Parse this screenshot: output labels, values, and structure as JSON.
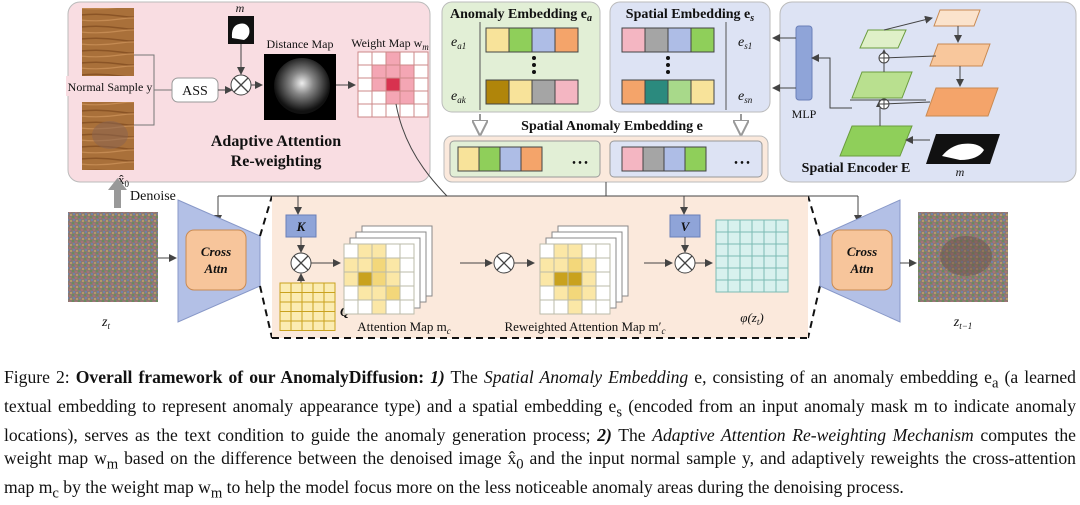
{
  "labels": {
    "m_top": "m",
    "distance_map": "Distance Map",
    "weight_map": "Weight Map w",
    "weight_map_sub": "m",
    "normal_sample": "Normal Sample y",
    "ass": "ASS",
    "x0": "x̂",
    "x0_sub": "0",
    "denoise": "Denoise",
    "aar_line1": "Adaptive Attention",
    "aar_line2": "Re-weighting",
    "anomaly_embedding": "Anomaly Embedding e",
    "anomaly_embedding_sub": "a",
    "ea1": "e",
    "ea1_sub": "a1",
    "eak": "e",
    "eak_sub": "ak",
    "spatial_embedding": "Spatial Embedding e",
    "spatial_embedding_sub": "s",
    "es1": "e",
    "es1_sub": "s1",
    "esn": "e",
    "esn_sub": "sn",
    "spatial_anomaly_embedding": "Spatial Anomaly Embedding e",
    "dots": "• • •",
    "mlp": "MLP",
    "spatial_encoder": "Spatial Encoder E",
    "m_bottom": "m",
    "k": "K",
    "q": "Q",
    "v": "V",
    "cross_attn_l1": "Cross",
    "cross_attn_l2": "Attn",
    "attention_map": "Attention Map m",
    "attention_map_sub": "c",
    "reweighted": "Reweighted  Attention Map m′",
    "reweighted_sub": "c",
    "phi": "φ(z",
    "phi_sub": "t",
    "phi_close": ")",
    "zt": "z",
    "zt_sub": "t",
    "zt1": "z",
    "zt1_sub": "t−1"
  },
  "caption": {
    "figure_label": "Figure 2: ",
    "bold_title": "Overall framework of our AnomalyDiffusion:",
    "num1": " 1)",
    "t1": " The ",
    "i1": "Spatial Anomaly Embedding",
    "t2": " e, consisting of an anomaly embedding e",
    "t2_sub": "a",
    "t3": " (a learned textual embedding to represent anomaly appearance type) and a spatial embedding e",
    "t3_sub": "s",
    "t4": " (encoded from an input anomaly mask m to indicate anomaly locations), serves as the text condition to guide the anomaly generation process;",
    "num2": " 2)",
    "t5": " The ",
    "i2": "Adaptive Attention Re-weighting Mechanism",
    "t6": " computes the weight map w",
    "t6_sub": "m",
    "t7": " based on the difference between the denoised image x̂",
    "t7_sub": "0",
    "t8": " and the input normal sample y, and adaptively reweights the cross-attention map m",
    "t8_sub": "c",
    "t9": " by the weight map w",
    "t9_sub": "m",
    "t10": " to help the model focus more on the less noticeable anomaly areas during the denoising process."
  },
  "colors": {
    "pink_panel": "#f9dde2",
    "green_panel": "#e2efd6",
    "blue_panel": "#dde3f4",
    "peach_panel": "#fbe9dc",
    "cross_attn": "#f7c59b",
    "encoder": "#b3c0e6",
    "kv_box": "#8fa4d8",
    "bar_pink": "#f4b6c2",
    "bar_green": "#8fcf5a",
    "bar_blue": "#aebde6",
    "bar_orange": "#f4a46a",
    "bar_yellow": "#f8e39a",
    "bar_brown": "#b0850a",
    "bar_gray": "#a5a5a5",
    "bar_teal": "#2b8a7e",
    "bar_lightgreen": "#a8d98a",
    "weight_red": "#d8324f",
    "weight_pink": "#f4a6b4",
    "attn_yellow": "#fbe7a6",
    "attn_brown": "#c9a21e",
    "phi_grid": "#d8f1ee"
  }
}
